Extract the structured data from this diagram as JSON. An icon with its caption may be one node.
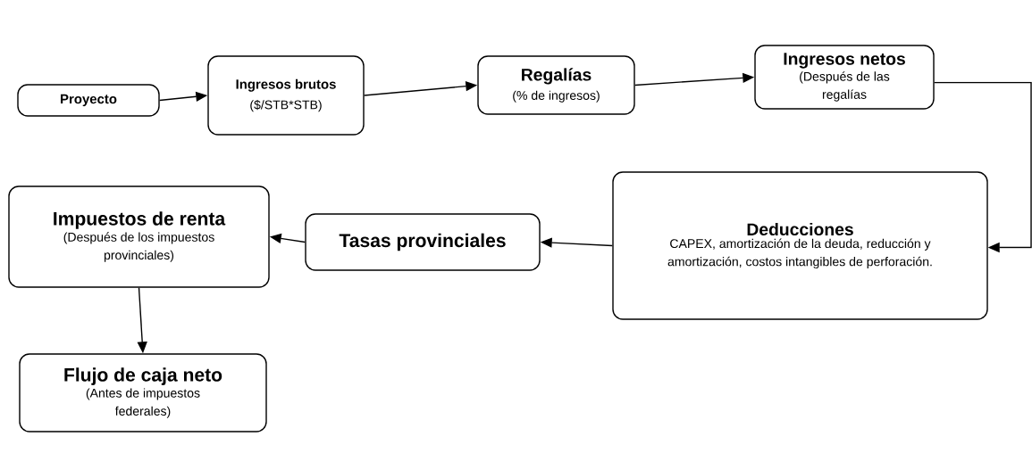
{
  "diagram": {
    "nodes": [
      {
        "text": [
          "Proyecto"
        ]
      },
      {
        "text": [
          "Ingresos brutos",
          "($/STB*STB)"
        ]
      },
      {
        "text": [
          "Regalías",
          "(% de ingresos)"
        ]
      },
      {
        "text": [
          "Ingresos netos",
          "(Después de las regalías"
        ]
      },
      {
        "text": [
          "Deducciones",
          "CAPEX, amortización de la deuda, reducción y amortización, costos intangibles de perforación."
        ]
      },
      {
        "text": [
          "Tasas provinciales"
        ]
      },
      {
        "text": [
          "Impuestos de renta",
          "(Después de los impuestos provinciales)"
        ]
      },
      {
        "text": [
          "Flujo de caja neto",
          "(Antes de impuestos federales)"
        ]
      }
    ],
    "edges": [
      {
        "from": 0,
        "to": 1,
        "arrow": "to"
      },
      {
        "from": 1,
        "to": 2,
        "arrow": "to"
      },
      {
        "from": 2,
        "to": 3,
        "arrow": "to"
      },
      {
        "from": 3,
        "to": 4,
        "arrow": "to"
      },
      {
        "from": 4,
        "to": 5,
        "arrow": "to"
      },
      {
        "from": 5,
        "to": 6,
        "arrow": "to"
      },
      {
        "from": 6,
        "to": 7,
        "arrow": "to"
      }
    ]
  }
}
